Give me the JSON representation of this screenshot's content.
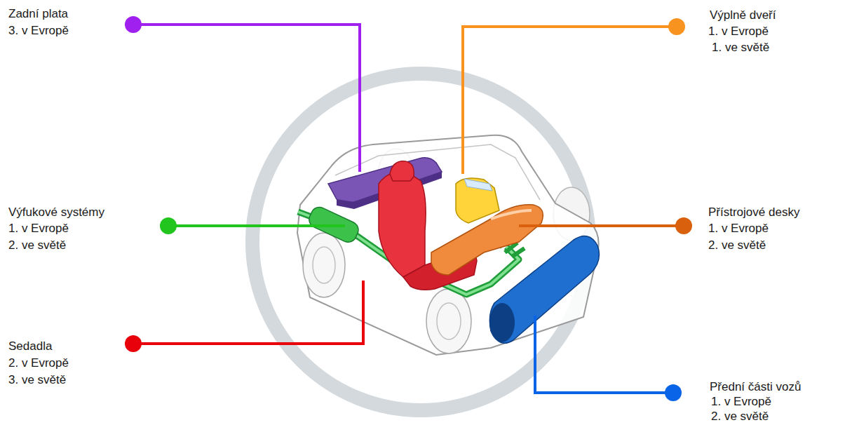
{
  "diagram": {
    "labels": [
      "Zadní plata",
      "3. v Evropě",
      "Výplně dveří",
      "1. v Evropě",
      "1. ve světě",
      "Výfukové systémy",
      "1. v Evropě",
      "2. ve světě",
      "Přístrojové desky",
      "1. v Evropě",
      "2. ve světě",
      "Sedadla",
      "2. v Evropě",
      "3. ve světě",
      "Přední části vozů",
      "1. v Evropě",
      "2. ve světě"
    ]
  }
}
